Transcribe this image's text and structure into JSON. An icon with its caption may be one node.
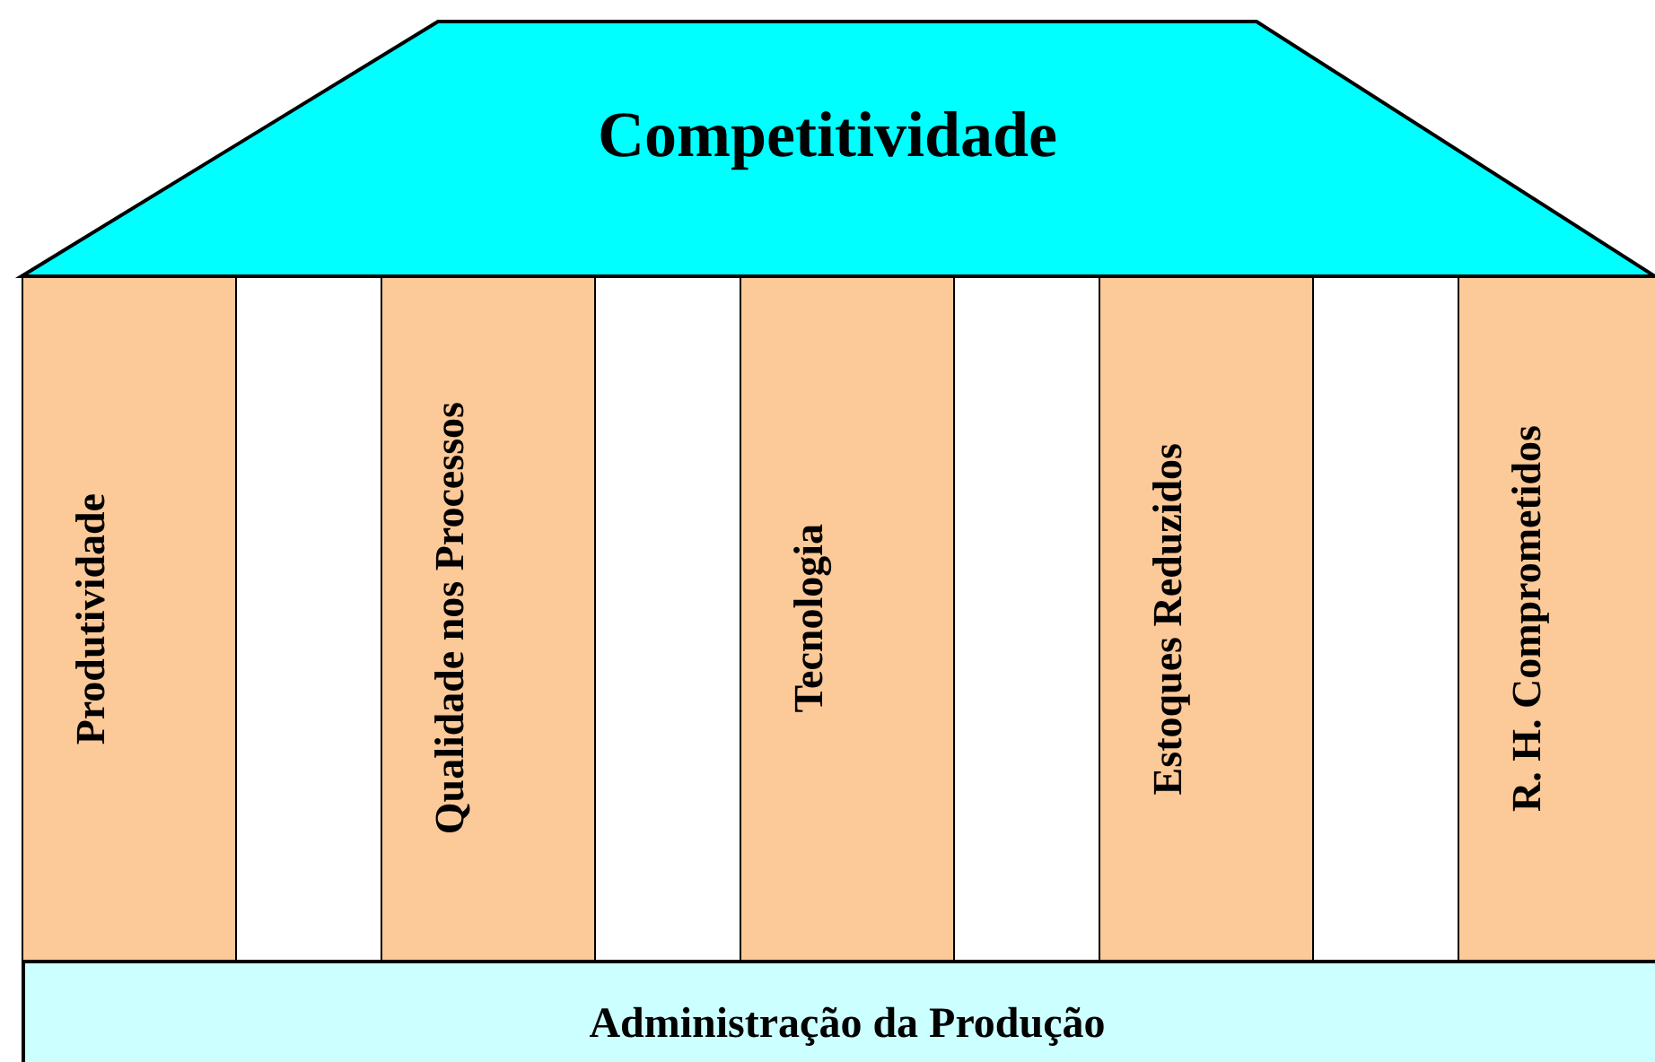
{
  "diagram": {
    "nodes": [
      {
        "text": [
          "Competitividade"
        ]
      },
      {
        "text": [
          "Produtividade"
        ]
      },
      {
        "text": [
          "Qualidade nos Processos"
        ]
      },
      {
        "text": [
          "Tecnologia"
        ]
      },
      {
        "text": [
          "Estoques Reduzidos"
        ]
      },
      {
        "text": [
          "R. H. Comprometidos"
        ]
      },
      {
        "text": [
          "Administração da Produção"
        ]
      }
    ]
  }
}
